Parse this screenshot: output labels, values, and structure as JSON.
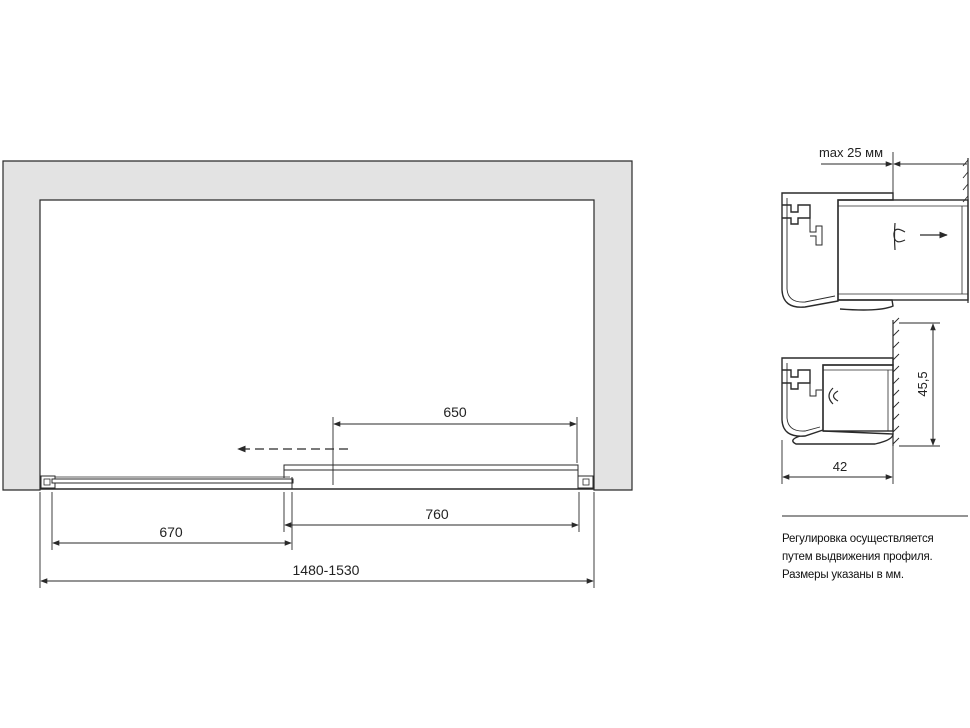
{
  "front_view": {
    "dimensions": {
      "fixed_panel_width": "670",
      "sliding_door_width": "760",
      "opening_width": "650",
      "total_width_range": "1480-1530"
    }
  },
  "profile_top": {
    "label": "max 25 мм"
  },
  "profile_bottom": {
    "height_label": "45,5",
    "width_label": "42"
  },
  "notes": {
    "line1": "Регулировка осуществляется",
    "line2": "путем выдвижения профиля.",
    "line3": "Размеры указаны в мм."
  },
  "colors": {
    "frame_fill": "#e3e3e3",
    "line": "#2a2a2a"
  }
}
